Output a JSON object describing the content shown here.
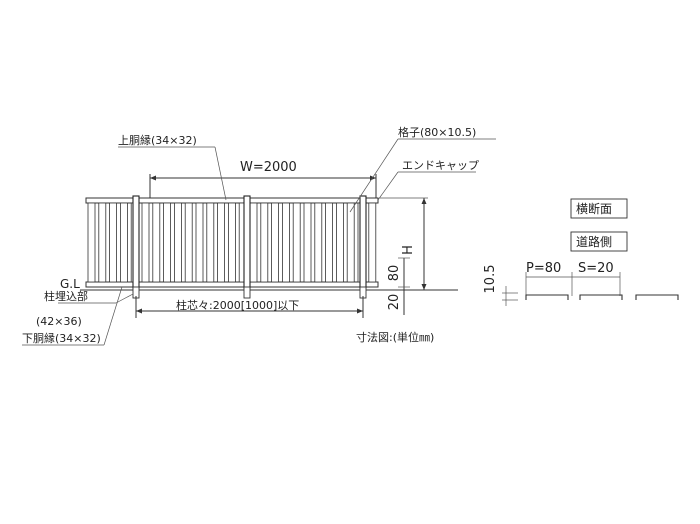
{
  "labels": {
    "top_rail": "上胴縁(34×32)",
    "width": "W=2000",
    "slat": "格子(80×10.5)",
    "end_cap": "エンドキャップ",
    "height": "H",
    "dim_80": "80",
    "dim_20": "20",
    "gl": "G.L",
    "post_embed_1": "柱埋込部",
    "post_embed_2": "(42×36)",
    "bottom_rail": "下胴縁(34×32)",
    "post_pitch": "柱芯々:2000[1000]以下",
    "dims_note": "寸法図:(単位㎜)",
    "cross_section": "横断面",
    "road_side": "道路側",
    "pitch": "P=80",
    "space": "S=20",
    "thickness": "10.5"
  }
}
